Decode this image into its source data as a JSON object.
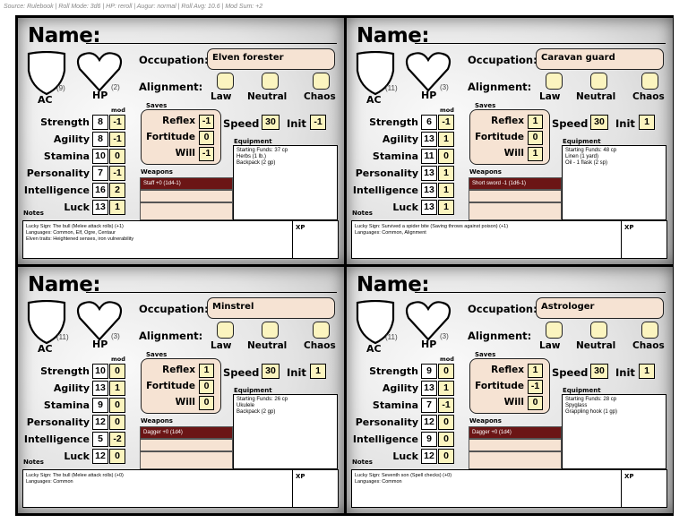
{
  "source_line": "Source: Rulebook | Roll Mode: 3d6 | HP: reroll | Augur: normal | Roll Avg: 10.6 | Mod Sum: +2",
  "labels": {
    "name": "Name:",
    "occupation": "Occupation:",
    "alignment": "Alignment:",
    "law": "Law",
    "neutral": "Neutral",
    "chaos": "Chaos",
    "ac": "AC",
    "hp": "HP",
    "mod": "mod",
    "saves": "Saves",
    "reflex": "Reflex",
    "fortitude": "Fortitude",
    "will": "Will",
    "speed": "Speed",
    "init": "Init",
    "equipment": "Equipment",
    "weapons": "Weapons",
    "notes": "Notes",
    "xp": "XP",
    "strength": "Strength",
    "agility": "Agility",
    "stamina": "Stamina",
    "personality": "Personality",
    "intelligence": "Intelligence",
    "luck": "Luck"
  },
  "characters": [
    {
      "occupation": "Elven forester",
      "ac": "(9)",
      "hp": "(2)",
      "stats": {
        "strength": {
          "val": "8",
          "mod": "-1"
        },
        "agility": {
          "val": "8",
          "mod": "-1"
        },
        "stamina": {
          "val": "10",
          "mod": "0"
        },
        "personality": {
          "val": "7",
          "mod": "-1"
        },
        "intelligence": {
          "val": "16",
          "mod": "2"
        },
        "luck": {
          "val": "13",
          "mod": "1"
        }
      },
      "saves": {
        "reflex": "-1",
        "fortitude": "0",
        "will": "-1"
      },
      "speed": "30",
      "init": "-1",
      "equipment": [
        "Starting Funds: 37 cp",
        "Herbs (1 lb.)",
        "Backpack (2 gp)"
      ],
      "weapon": "Staff +0 (1d4-1)",
      "notes": [
        "Lucky Sign: The bull (Melee attack rolls) (+1)",
        "Languages: Common, Elf, Ogre, Centaur",
        "Elven traits: Heightened senses, iron vulnerability"
      ]
    },
    {
      "occupation": "Caravan guard",
      "ac": "(11)",
      "hp": "(3)",
      "stats": {
        "strength": {
          "val": "6",
          "mod": "-1"
        },
        "agility": {
          "val": "13",
          "mod": "1"
        },
        "stamina": {
          "val": "11",
          "mod": "0"
        },
        "personality": {
          "val": "13",
          "mod": "1"
        },
        "intelligence": {
          "val": "13",
          "mod": "1"
        },
        "luck": {
          "val": "13",
          "mod": "1"
        }
      },
      "saves": {
        "reflex": "1",
        "fortitude": "0",
        "will": "1"
      },
      "speed": "30",
      "init": "1",
      "equipment": [
        "Starting Funds: 48 cp",
        "Linen (1 yard)",
        "Oil - 1 flask (2 sp)"
      ],
      "weapon": "Short sword -1 (1d6-1)",
      "notes": [
        "Lucky Sign: Survived a spider bite (Saving throws against poison) (+1)",
        "Languages: Common, Alignment"
      ]
    },
    {
      "occupation": "Minstrel",
      "ac": "(11)",
      "hp": "(3)",
      "stats": {
        "strength": {
          "val": "10",
          "mod": "0"
        },
        "agility": {
          "val": "13",
          "mod": "1"
        },
        "stamina": {
          "val": "9",
          "mod": "0"
        },
        "personality": {
          "val": "12",
          "mod": "0"
        },
        "intelligence": {
          "val": "5",
          "mod": "-2"
        },
        "luck": {
          "val": "12",
          "mod": "0"
        }
      },
      "saves": {
        "reflex": "1",
        "fortitude": "0",
        "will": "0"
      },
      "speed": "30",
      "init": "1",
      "equipment": [
        "Starting Funds: 26 cp",
        "Ukulele",
        "Backpack (2 gp)"
      ],
      "weapon": "Dagger +0 (1d4)",
      "notes": [
        "Lucky Sign: The bull (Melee attack rolls) (+0)",
        "Languages: Common"
      ]
    },
    {
      "occupation": "Astrologer",
      "ac": "(11)",
      "hp": "(3)",
      "stats": {
        "strength": {
          "val": "9",
          "mod": "0"
        },
        "agility": {
          "val": "13",
          "mod": "1"
        },
        "stamina": {
          "val": "7",
          "mod": "-1"
        },
        "personality": {
          "val": "12",
          "mod": "0"
        },
        "intelligence": {
          "val": "9",
          "mod": "0"
        },
        "luck": {
          "val": "12",
          "mod": "0"
        }
      },
      "saves": {
        "reflex": "1",
        "fortitude": "-1",
        "will": "0"
      },
      "speed": "30",
      "init": "1",
      "equipment": [
        "Starting Funds: 28 cp",
        "Spyglass",
        "Grappling hook (1 gp)"
      ],
      "weapon": "Dagger +0 (1d4)",
      "notes": [
        "Lucky Sign: Seventh son (Spell checks) (+0)",
        "Languages: Common"
      ]
    }
  ]
}
